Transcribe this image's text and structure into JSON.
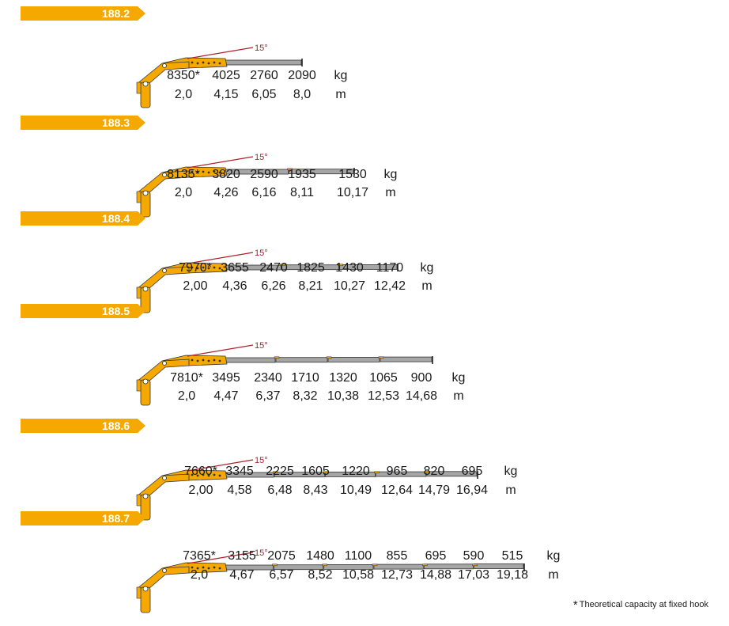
{
  "colors": {
    "accent": "#f5a800",
    "boom_grey": "#a6a6a6",
    "angle_line": "#b0202a"
  },
  "angle_label": "15°",
  "models": [
    {
      "label": "188.2",
      "capacity": [
        "8350*",
        "4025",
        "2760",
        "2090"
      ],
      "capacity_unit": "kg",
      "reach": [
        "2,0",
        "4,15",
        "6,05",
        "8,0"
      ],
      "reach_unit": "m"
    },
    {
      "label": "188.3",
      "capacity": [
        "8135*",
        "3820",
        "2590",
        "1935",
        "1530"
      ],
      "capacity_unit": "kg",
      "reach": [
        "2,0",
        "4,26",
        "6,16",
        "8,11",
        "10,17"
      ],
      "reach_unit": "m"
    },
    {
      "label": "188.4",
      "capacity": [
        "7970*",
        "3655",
        "2470",
        "1825",
        "1430",
        "1170"
      ],
      "capacity_unit": "kg",
      "reach": [
        "2,00",
        "4,36",
        "6,26",
        "8,21",
        "10,27",
        "12,42"
      ],
      "reach_unit": "m"
    },
    {
      "label": "188.5",
      "capacity": [
        "7810*",
        "3495",
        "2340",
        "1710",
        "1320",
        "1065",
        "900"
      ],
      "capacity_unit": "kg",
      "reach": [
        "2,0",
        "4,47",
        "6,37",
        "8,32",
        "10,38",
        "12,53",
        "14,68"
      ],
      "reach_unit": "m"
    },
    {
      "label": "188.6",
      "capacity": [
        "7660*",
        "3345",
        "2225",
        "1605",
        "1220",
        "965",
        "820",
        "695"
      ],
      "capacity_unit": "kg",
      "reach": [
        "2,00",
        "4,58",
        "6,48",
        "8,43",
        "10,49",
        "12,64",
        "14,79",
        "16,94"
      ],
      "reach_unit": "m"
    },
    {
      "label": "188.7",
      "capacity": [
        "7365*",
        "3155",
        "2075",
        "1480",
        "1100",
        "855",
        "695",
        "590",
        "515"
      ],
      "capacity_unit": "kg",
      "reach": [
        "2,0",
        "4,67",
        "6,57",
        "8,52",
        "10,58",
        "12,73",
        "14,88",
        "17,03",
        "19,18"
      ],
      "reach_unit": "m"
    }
  ],
  "footnote": {
    "star": "*",
    "text": "Theoretical capacity at fixed hook"
  }
}
